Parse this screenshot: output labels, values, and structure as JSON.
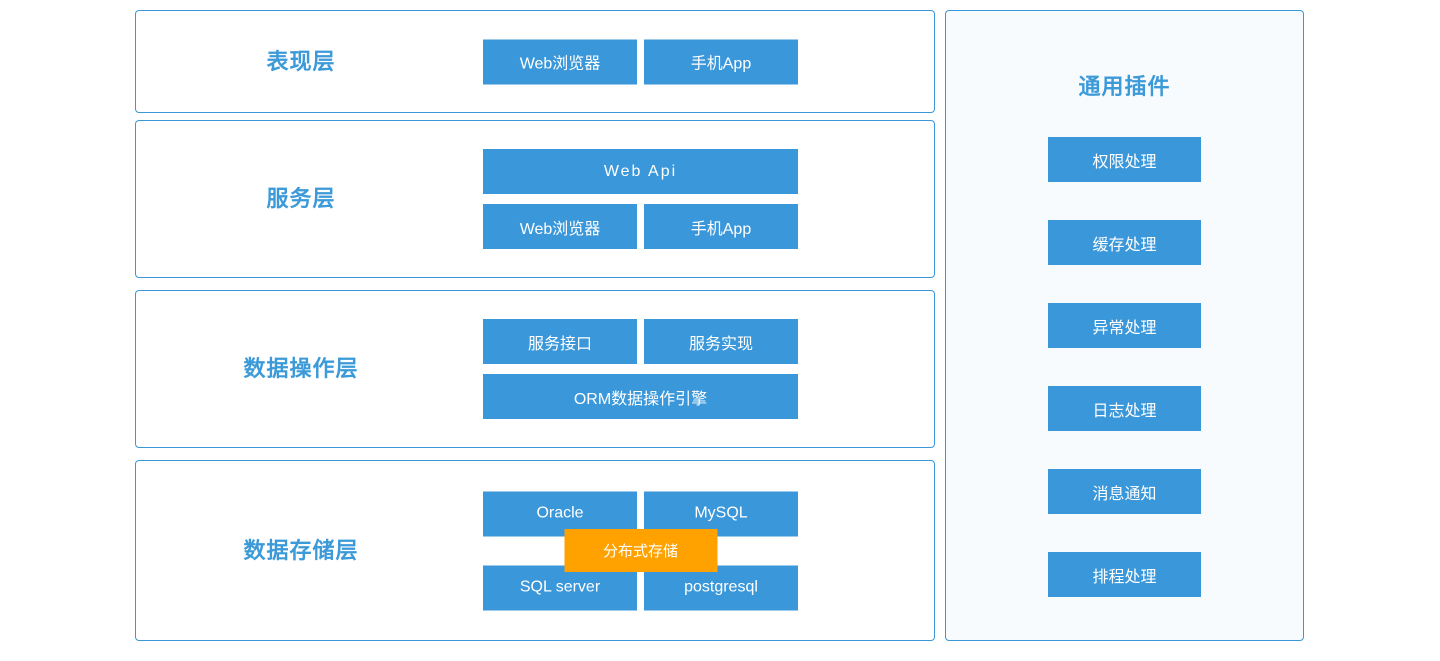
{
  "colors": {
    "box_blue": "#3a97d9",
    "title_blue": "#3d9ad9",
    "accent_orange": "#ffa200",
    "panel_bg": "#f8fbfe",
    "page_bg": "#ffffff"
  },
  "layers": [
    {
      "id": "presentation",
      "title": "表现层",
      "rows": [
        {
          "boxes": [
            "Web浏览器",
            "手机App"
          ]
        }
      ]
    },
    {
      "id": "service",
      "title": "服务层",
      "rows": [
        {
          "boxes": [
            "Web Api"
          ]
        },
        {
          "boxes": [
            "Web浏览器",
            "手机App"
          ]
        }
      ]
    },
    {
      "id": "data-operation",
      "title": "数据操作层",
      "rows": [
        {
          "boxes": [
            "服务接口",
            "服务实现"
          ]
        },
        {
          "boxes": [
            "ORM数据操作引擎"
          ]
        }
      ]
    },
    {
      "id": "data-storage",
      "title": "数据存储层",
      "rows": [
        {
          "boxes": [
            "Oracle",
            "MySQL"
          ]
        },
        {
          "boxes": [
            "SQL server",
            "postgresql"
          ]
        }
      ],
      "overlay": "分布式存储"
    }
  ],
  "plugin_panel": {
    "title": "通用插件",
    "items": [
      "权限处理",
      "缓存处理",
      "异常处理",
      "日志处理",
      "消息通知",
      "排程处理"
    ]
  }
}
